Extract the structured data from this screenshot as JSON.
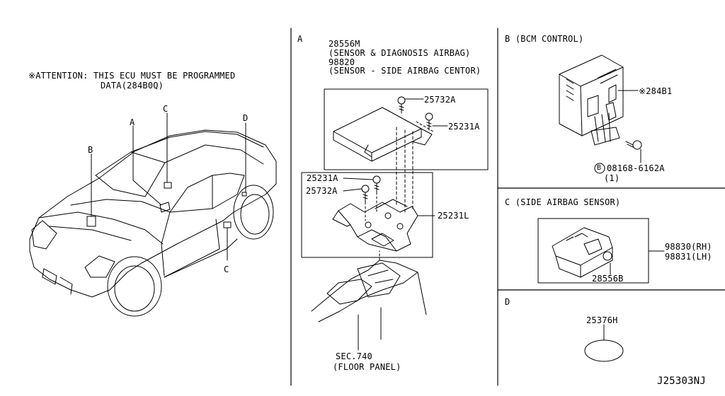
{
  "attention": {
    "line1": "※ATTENTION: THIS ECU MUST BE PROGRAMMED",
    "line2": "DATA(284B0Q)"
  },
  "car_callouts": {
    "a": "A",
    "b": "B",
    "c_top": "C",
    "c_bottom": "C",
    "d": "D"
  },
  "section_a": {
    "letter": "A",
    "part_28556m": "28556M",
    "desc_28556m": "(SENSOR & DIAGNOSIS AIRBAG)",
    "part_98820": "98820",
    "desc_98820": "(SENSOR - SIDE AIRBAG CENTOR)",
    "part_25732a_top": "25732A",
    "part_25231a_top": "25231A",
    "part_25231a_bottom": "25231A",
    "part_25732a_bottom": "25732A",
    "part_25231l": "25231L",
    "sec": "SEC.740",
    "floor": "(FLOOR PANEL)"
  },
  "section_b": {
    "title": "B (BCM CONTROL)",
    "part_284b1": "※284B1",
    "bolt": "08168-6162A",
    "bolt_circle": "B",
    "qty": "(1)"
  },
  "section_c": {
    "title": "C (SIDE AIRBAG SENSOR)",
    "part_rh": "98830(RH)",
    "part_lh": "98831(LH)",
    "part_28556b": "28556B"
  },
  "section_d": {
    "title": "D",
    "part": "25376H"
  },
  "drawing_id": "J25303NJ"
}
